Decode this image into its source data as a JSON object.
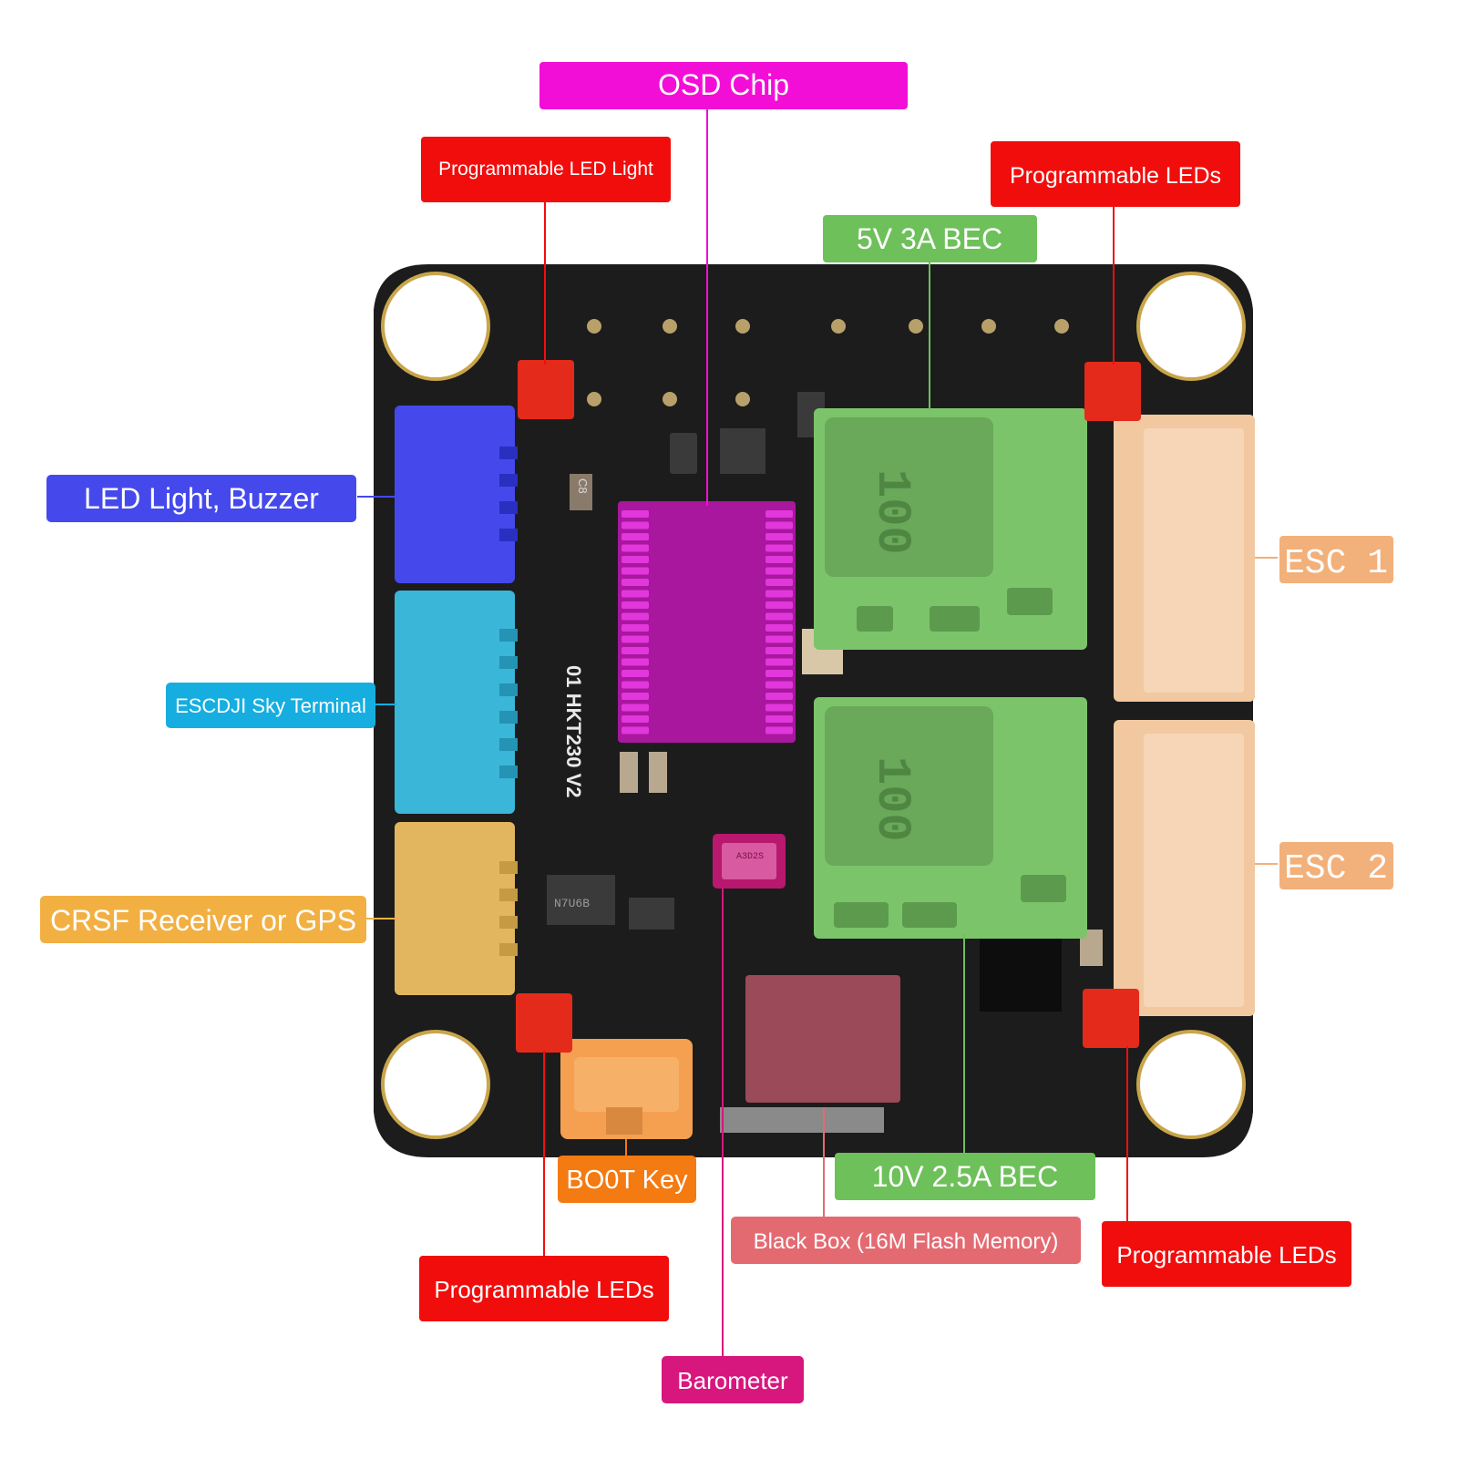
{
  "labels": {
    "osd_chip": "OSD Chip",
    "prog_led_light": "Programmable LED Light",
    "prog_leds_top_right": "Programmable LEDs",
    "bec_5v": "5V 3A BEC",
    "led_buzzer": "LED Light, Buzzer",
    "esc_1": "ESC 1",
    "dji_terminal": "ESCDJI Sky Terminal",
    "esc_2": "ESC 2",
    "crsf_gps": "CRSF Receiver or GPS",
    "boot_key": "BO0T Key",
    "bec_10v": "10V 2.5A BEC",
    "black_box": "Black Box (16M Flash Memory)",
    "prog_leds_bottom_right": "Programmable LEDs",
    "prog_leds_bottom_left": "Programmable LEDs",
    "barometer": "Barometer"
  },
  "board": {
    "silkscreen": "01 HKT230 V2",
    "inductor_marking": "100",
    "barometer_marking": "A3D2S",
    "mosfet_marking": "N7U6B"
  },
  "colors": {
    "osd_chip": "#f20ed6",
    "programmable_led": "#f20d0d",
    "bec": "#6ec05a",
    "led_buzzer": "#4549ec",
    "dji_terminal": "#16aee0",
    "esc": "#f2b07a",
    "crsf_gps": "#f2b043",
    "boot_key": "#f47a12",
    "black_box": "#e46a72",
    "barometer": "#d8177e",
    "board": "#1c1c1c"
  }
}
